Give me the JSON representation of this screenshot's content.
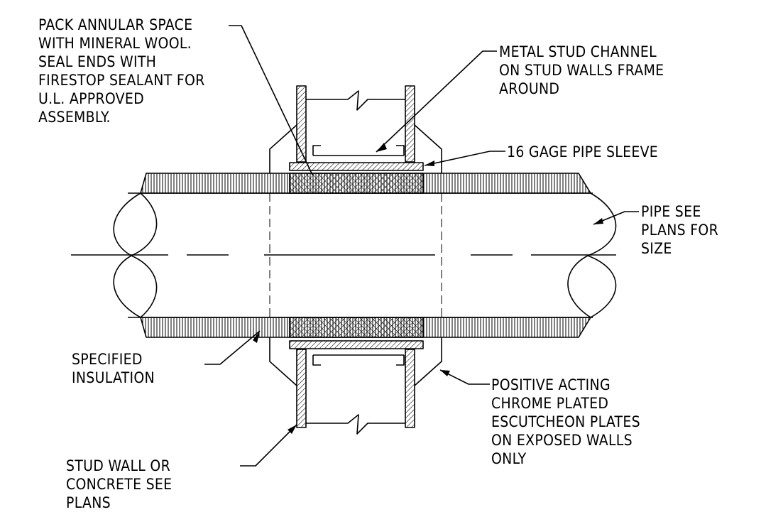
{
  "labels": {
    "annular": [
      "PACK ANNULAR SPACE",
      "WITH  MINERAL WOOL.",
      "SEAL ENDS WITH",
      "FIRESTOP SEALANT FOR",
      "U.L. APPROVED",
      "ASSEMBLY."
    ],
    "channel": [
      "METAL STUD CHANNEL",
      "ON STUD WALLS FRAME",
      "AROUND"
    ],
    "sleeve": [
      "16 GAGE PIPE SLEEVE"
    ],
    "pipe": [
      "PIPE SEE",
      "PLANS FOR",
      "SIZE"
    ],
    "insulation": [
      "SPECIFIED",
      "INSULATION"
    ],
    "escutcheon": [
      "POSITIVE ACTING",
      "CHROME PLATED",
      "ESCUTCHEON PLATES",
      "ON EXPOSED WALLS",
      "ONLY"
    ],
    "studwall": [
      "STUD WALL OR",
      "CONCRETE SEE",
      "PLANS"
    ]
  }
}
